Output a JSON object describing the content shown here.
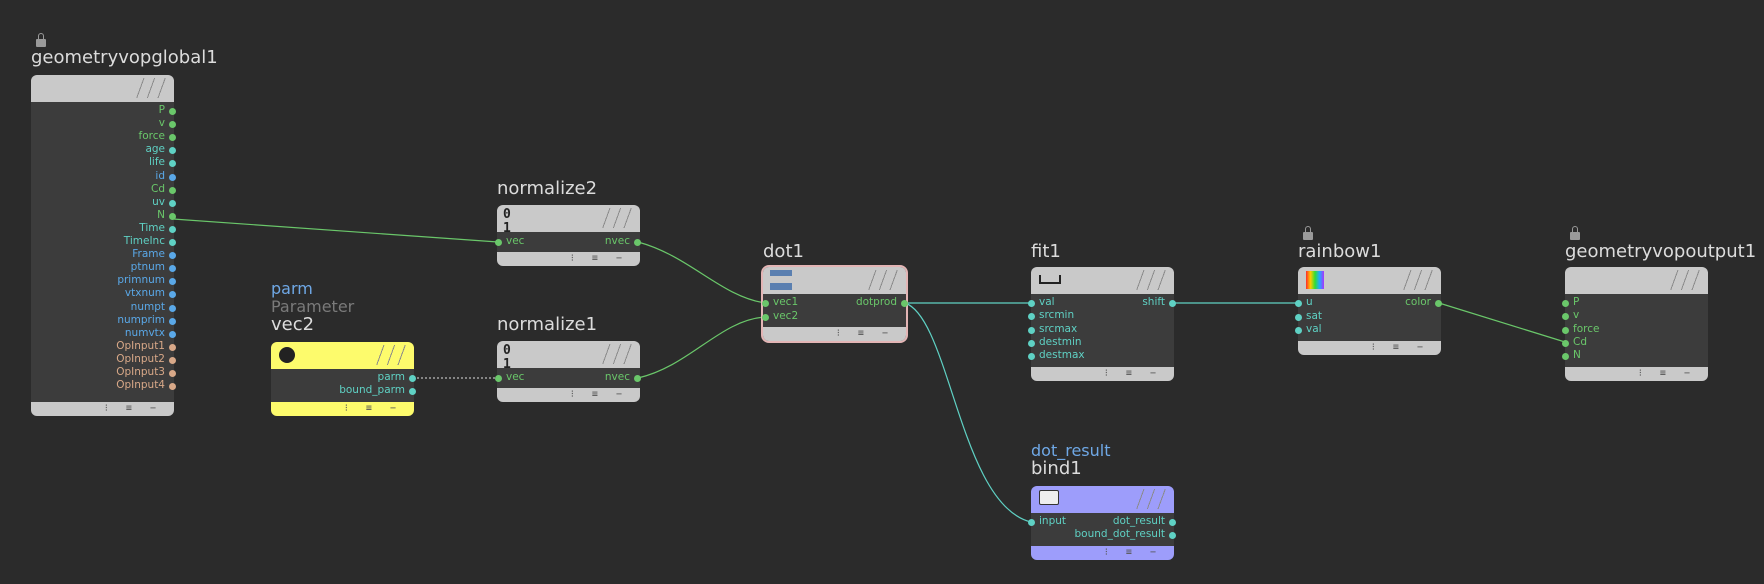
{
  "nodes": {
    "geometryvopglobal1": {
      "title": "geometryvopglobal1",
      "outputs": [
        "P",
        "v",
        "force",
        "age",
        "life",
        "id",
        "Cd",
        "uv",
        "N",
        "Time",
        "TimeInc",
        "Frame",
        "ptnum",
        "primnum",
        "vtxnum",
        "numpt",
        "numprim",
        "numvtx",
        "OpInput1",
        "OpInput2",
        "OpInput3",
        "OpInput4"
      ]
    },
    "vec2": {
      "type_label": "parm",
      "subtitle": "Parameter",
      "title": "vec2",
      "outputs": [
        "parm",
        "bound_parm"
      ]
    },
    "normalize2": {
      "title": "normalize2",
      "inputs": [
        "vec"
      ],
      "outputs": [
        "nvec"
      ],
      "icon_text": "0 1"
    },
    "normalize1": {
      "title": "normalize1",
      "inputs": [
        "vec"
      ],
      "outputs": [
        "nvec"
      ],
      "icon_text": "0 1"
    },
    "dot1": {
      "title": "dot1",
      "inputs": [
        "vec1",
        "vec2"
      ],
      "outputs": [
        "dotprod"
      ]
    },
    "fit1": {
      "title": "fit1",
      "inputs": [
        "val",
        "srcmin",
        "srcmax",
        "destmin",
        "destmax"
      ],
      "outputs": [
        "shift"
      ]
    },
    "rainbow1": {
      "title": "rainbow1",
      "inputs": [
        "u",
        "sat",
        "val"
      ],
      "outputs": [
        "color"
      ]
    },
    "geometryvopoutput1": {
      "title": "geometryvopoutput1",
      "inputs": [
        "P",
        "v",
        "force",
        "Cd",
        "N"
      ]
    },
    "bind1": {
      "type_label": "dot_result",
      "title": "bind1",
      "inputs": [
        "input"
      ],
      "outputs": [
        "dot_result",
        "bound_dot_result"
      ]
    }
  },
  "footer_icons": "⁝ ≡ −",
  "colors": {
    "background": "#2b2b2b",
    "node_body": "#3c3c3c",
    "node_header": "#c9c9c9",
    "parm_node": "#fdfb6c",
    "bind_node": "#9d9dfb",
    "port_green": "#6ac76a",
    "port_teal": "#5fd1c4",
    "port_blue": "#5aa8e8",
    "port_tan": "#d8a888",
    "selected_outline": "#e3b5b5"
  }
}
